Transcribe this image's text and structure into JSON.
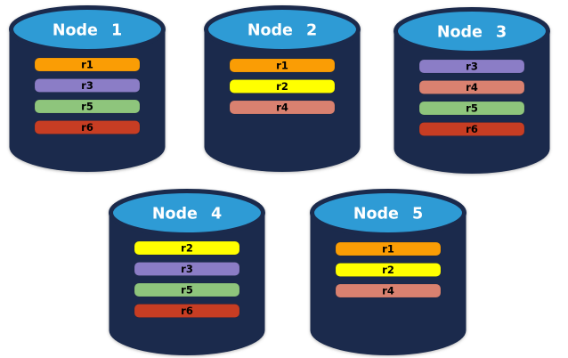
{
  "diagram": {
    "description": "Database nodes with replica placement",
    "colors": {
      "background": "#FFFFFF",
      "cylinder_body": "#1B2A4C",
      "cylinder_top": "#2E9BD5",
      "title_text": "#FFFFFF",
      "bar_text": "#000000"
    },
    "replica_colors": {
      "r1": "#FA9D05",
      "r2": "#FFFF00",
      "r3": "#8B7DC6",
      "r4": "#D98170",
      "r5": "#8EC57C",
      "r6": "#C73D23"
    }
  },
  "nodes": [
    {
      "label": "Node 1",
      "replicas": [
        {
          "label": "r1",
          "color": "#FA9D05"
        },
        {
          "label": "r3",
          "color": "#8B7DC6"
        },
        {
          "label": "r5",
          "color": "#8EC57C"
        },
        {
          "label": "r6",
          "color": "#C73D23"
        }
      ]
    },
    {
      "label": "Node 2",
      "replicas": [
        {
          "label": "r1",
          "color": "#FA9D05"
        },
        {
          "label": "r2",
          "color": "#FFFF00"
        },
        {
          "label": "r4",
          "color": "#D98170"
        }
      ]
    },
    {
      "label": "Node 3",
      "replicas": [
        {
          "label": "r3",
          "color": "#8B7DC6"
        },
        {
          "label": "r4",
          "color": "#D98170"
        },
        {
          "label": "r5",
          "color": "#8EC57C"
        },
        {
          "label": "r6",
          "color": "#C73D23"
        }
      ]
    },
    {
      "label": "Node 4",
      "replicas": [
        {
          "label": "r2",
          "color": "#FFFF00"
        },
        {
          "label": "r3",
          "color": "#8B7DC6"
        },
        {
          "label": "r5",
          "color": "#8EC57C"
        },
        {
          "label": "r6",
          "color": "#C73D23"
        }
      ]
    },
    {
      "label": "Node 5",
      "replicas": [
        {
          "label": "r1",
          "color": "#FA9D05"
        },
        {
          "label": "r2",
          "color": "#FFFF00"
        },
        {
          "label": "r4",
          "color": "#D98170"
        }
      ]
    }
  ]
}
